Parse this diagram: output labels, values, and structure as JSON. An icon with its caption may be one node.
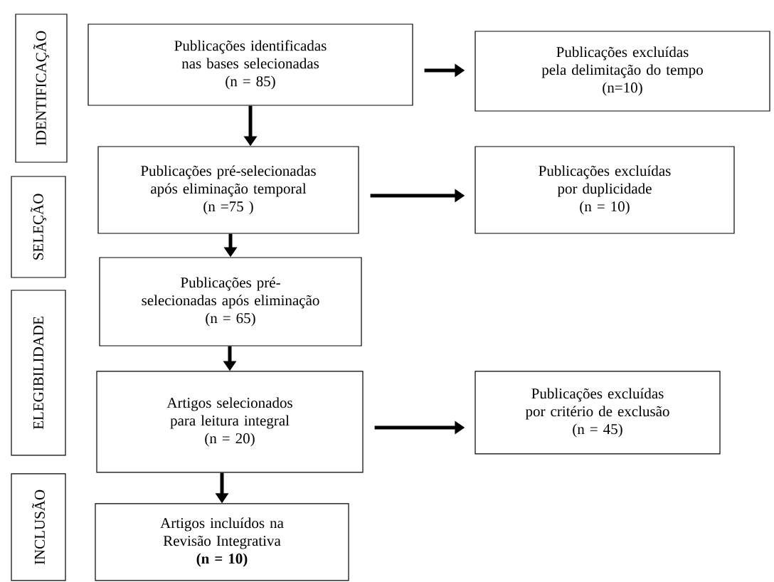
{
  "diagram": {
    "nodes": [
      {
        "text": [
          "IDENTIFICAÇÃO"
        ]
      },
      {
        "text": [
          "SELEÇÃO"
        ]
      },
      {
        "text": [
          "ELEGIBILIDADE"
        ]
      },
      {
        "text": [
          "INCLUSÃO"
        ]
      },
      {
        "text": [
          "Publicações identificadas nas bases selecionadas",
          "(n = 85)"
        ]
      },
      {
        "text": [
          "Publicações excluídas pela delimitação do tempo",
          "(n=10)"
        ]
      },
      {
        "text": [
          "Publicações pré-selecionadas após eliminação temporal",
          "(n =75 )"
        ]
      },
      {
        "text": [
          "Publicações excluídas por duplicidade",
          "(n = 10)"
        ]
      },
      {
        "text": [
          "Publicações pré-selecionadas após eliminação",
          "(n = 65)"
        ]
      },
      {
        "text": [
          "Artigos selecionados para leitura integral",
          "(n = 20)"
        ]
      },
      {
        "text": [
          "Publicações excluídas por critério de exclusão",
          "(n = 45)"
        ]
      },
      {
        "text": [
          "Artigos incluídos na Revisão Integrativa",
          "**(n = 10)**"
        ]
      }
    ],
    "edges": [
      {
        "from": 4,
        "to": 5,
        "arrow": "to"
      },
      {
        "from": 4,
        "to": 6,
        "arrow": "to"
      },
      {
        "from": 6,
        "to": 7,
        "arrow": "to"
      },
      {
        "from": 6,
        "to": 8,
        "arrow": "to"
      },
      {
        "from": 8,
        "to": 9,
        "arrow": "to"
      },
      {
        "from": 9,
        "to": 10,
        "arrow": "to"
      },
      {
        "from": 9,
        "to": 11,
        "arrow": "to"
      }
    ]
  }
}
